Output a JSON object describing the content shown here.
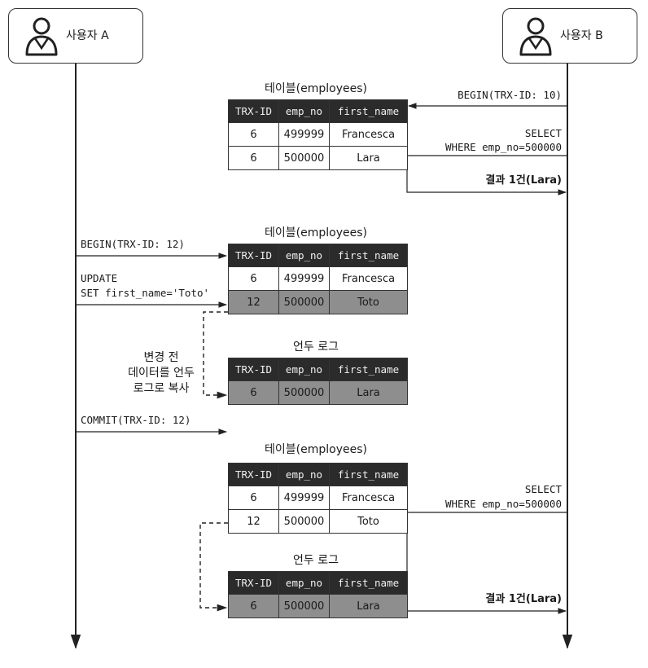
{
  "users": {
    "a": {
      "label": "사용자 A"
    },
    "b": {
      "label": "사용자 B"
    }
  },
  "table_headers": [
    "TRX-ID",
    "emp_no",
    "first_name"
  ],
  "section1": {
    "caption": "테이블(employees)",
    "rows": [
      [
        "6",
        "499999",
        "Francesca"
      ],
      [
        "6",
        "500000",
        "Lara"
      ]
    ],
    "msg_begin_b": "BEGIN(TRX-ID: 10)",
    "msg_select_line1": "SELECT",
    "msg_select_line2": "WHERE emp_no=500000",
    "msg_result": "결과 1건(Lara)"
  },
  "section2": {
    "caption": "테이블(employees)",
    "rows": [
      [
        "6",
        "499999",
        "Francesca"
      ],
      [
        "12",
        "500000",
        "Toto"
      ]
    ],
    "msg_begin_a": "BEGIN(TRX-ID: 12)",
    "msg_update_line1": "UPDATE",
    "msg_update_line2": "SET first_name='Toto'",
    "undo_caption": "언두 로그",
    "undo_rows": [
      [
        "6",
        "500000",
        "Lara"
      ]
    ],
    "note_line1": "변경 전",
    "note_line2": "데이터를 언두",
    "note_line3": "로그로 복사",
    "msg_commit": "COMMIT(TRX-ID: 12)"
  },
  "section3": {
    "caption": "테이블(employees)",
    "rows": [
      [
        "6",
        "499999",
        "Francesca"
      ],
      [
        "12",
        "500000",
        "Toto"
      ]
    ],
    "undo_caption": "언두 로그",
    "undo_rows": [
      [
        "6",
        "500000",
        "Lara"
      ]
    ],
    "msg_select_line1": "SELECT",
    "msg_select_line2": "WHERE emp_no=500000",
    "msg_result": "결과 1건(Lara)"
  }
}
